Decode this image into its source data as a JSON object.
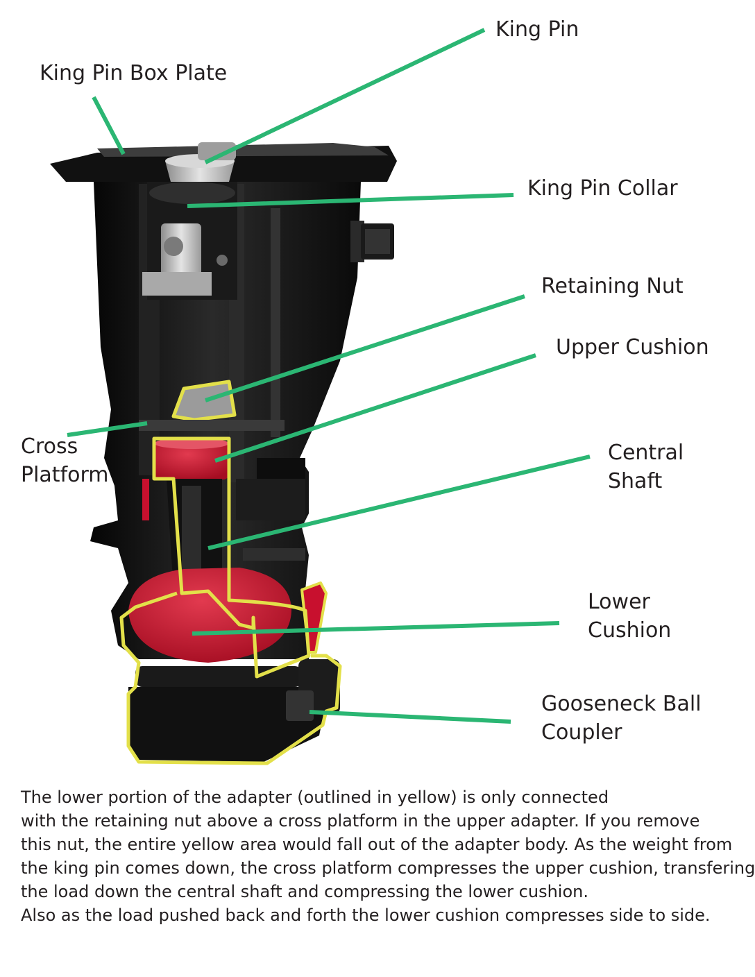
{
  "labels": {
    "king_pin": "King Pin",
    "king_pin_box_plate": "King Pin Box Plate",
    "king_pin_collar": "King Pin Collar",
    "retaining_nut": "Retaining Nut",
    "upper_cushion": "Upper Cushion",
    "cross_platform": [
      "Cross",
      "Platform"
    ],
    "central_shaft": [
      "Central",
      "Shaft"
    ],
    "lower_cushion": [
      "Lower",
      "Cushion"
    ],
    "gooseneck_ball_coupler": [
      "Gooseneck Ball",
      "Coupler"
    ]
  },
  "caption": [
    "The lower portion of the adapter (outlined in yellow) is only connected",
    "with the retaining nut above a cross platform in the upper adapter. If you remove",
    "this nut, the entire yellow area would fall out of the adapter body. As the weight from",
    "the king pin comes down, the cross platform compresses the upper cushion, transfering",
    "the load down the central shaft and compressing the lower cushion.",
    "Also as the load pushed back and forth the lower cushion compresses side to side."
  ],
  "colors": {
    "leader_line": "#2bb673",
    "outline": "#e3e04a",
    "cushion": "#c8102e",
    "body": "#151515",
    "metal": "#b9b9b9",
    "text": "#231f20"
  }
}
